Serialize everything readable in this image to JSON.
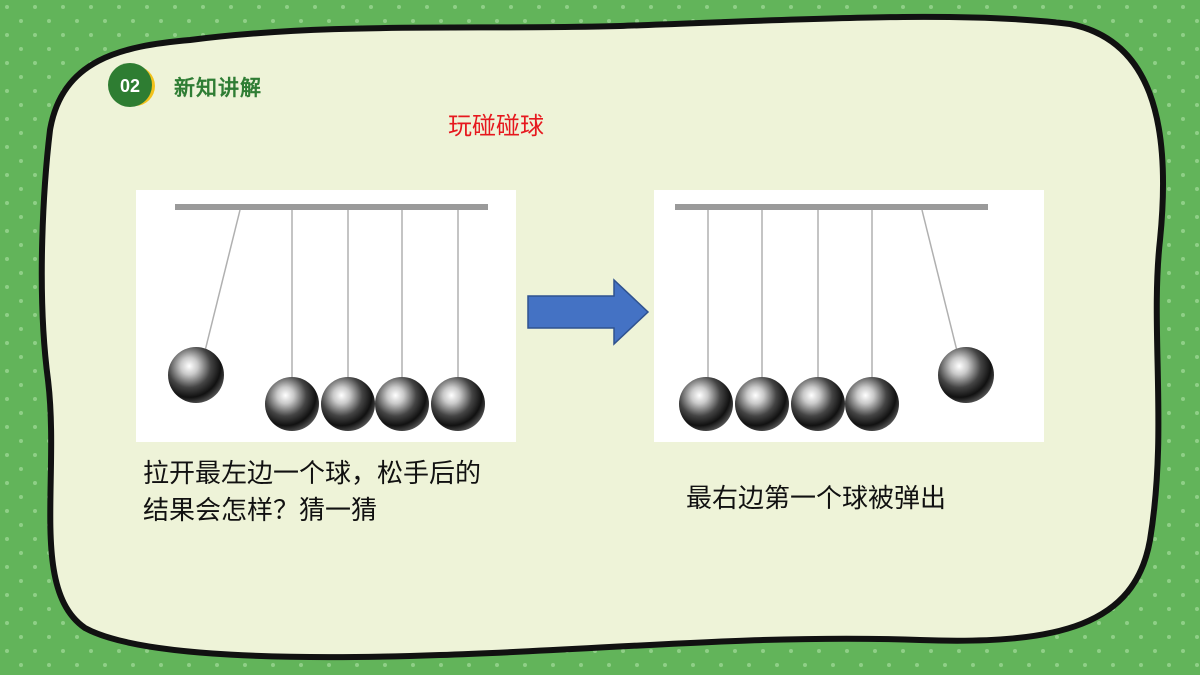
{
  "header": {
    "section_number": "02",
    "section_label": "新知讲解"
  },
  "title": "玩碰碰球",
  "steps": [
    {
      "caption": "拉开最左边一个球，松手后的结果会怎样？猜一猜"
    },
    {
      "caption": "最右边第一个球被弹出"
    }
  ],
  "colors": {
    "background_green": "#62b45a",
    "panel_fill": "#eef3d8",
    "badge_green": "#2e7d32",
    "badge_accent": "#f2c21b",
    "title_red": "#e6181e",
    "arrow_blue": "#4472c4"
  },
  "icons": {
    "arrow": "right-arrow-icon"
  }
}
